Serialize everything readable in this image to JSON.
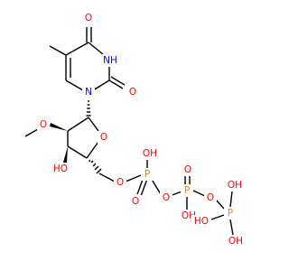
{
  "colors": {
    "bond": "#000000",
    "oxygen": "#ff0000",
    "nitrogen": "#0000ff",
    "phosphorus": "#ff8000",
    "carbon": "#000000"
  },
  "labels": {
    "o_c4": "O",
    "n3": "NH",
    "o_c2": "O",
    "n1": "N",
    "o_methoxy": "O",
    "oh_c3": "HO",
    "o_ring": "O",
    "o5": "O",
    "pa": "P",
    "pa_oh": "OH",
    "pa_o_double": "O",
    "pa_o_bridge": "O",
    "pb": "P",
    "pb_o_up": "O",
    "pb_oh": "OH",
    "pb_o_bridge": "O",
    "pg": "P",
    "pg_oh_up": "OH",
    "pg_oh_down": "OH",
    "pg_oh_left": "HO"
  }
}
